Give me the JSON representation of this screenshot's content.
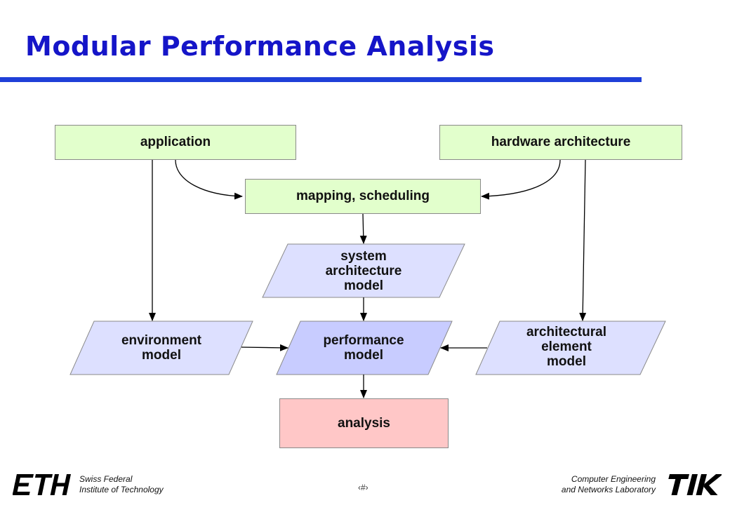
{
  "slide": {
    "title": "Modular Performance Analysis"
  },
  "nodes": {
    "application": "application",
    "hardware": "hardware architecture",
    "mapping": "mapping, scheduling",
    "system_model": "system\narchitecture\nmodel",
    "environment_model": "environment\nmodel",
    "performance_model": "performance\nmodel",
    "arch_element_model": "architectural\nelement\nmodel",
    "analysis": "analysis"
  },
  "colors": {
    "title": "#1515c8",
    "rule": "#1f3fd8",
    "input_box": "#e2ffcc",
    "model_parallelogram": "#dde0ff",
    "performance_parallelogram": "#c8ccff",
    "analysis_box": "#ffc7c7"
  },
  "footer": {
    "left_line1": "Swiss Federal",
    "left_line2": "Institute of Technology",
    "right_line1": "Computer Engineering",
    "right_line2": "and Networks Laboratory",
    "page": "‹#›"
  }
}
